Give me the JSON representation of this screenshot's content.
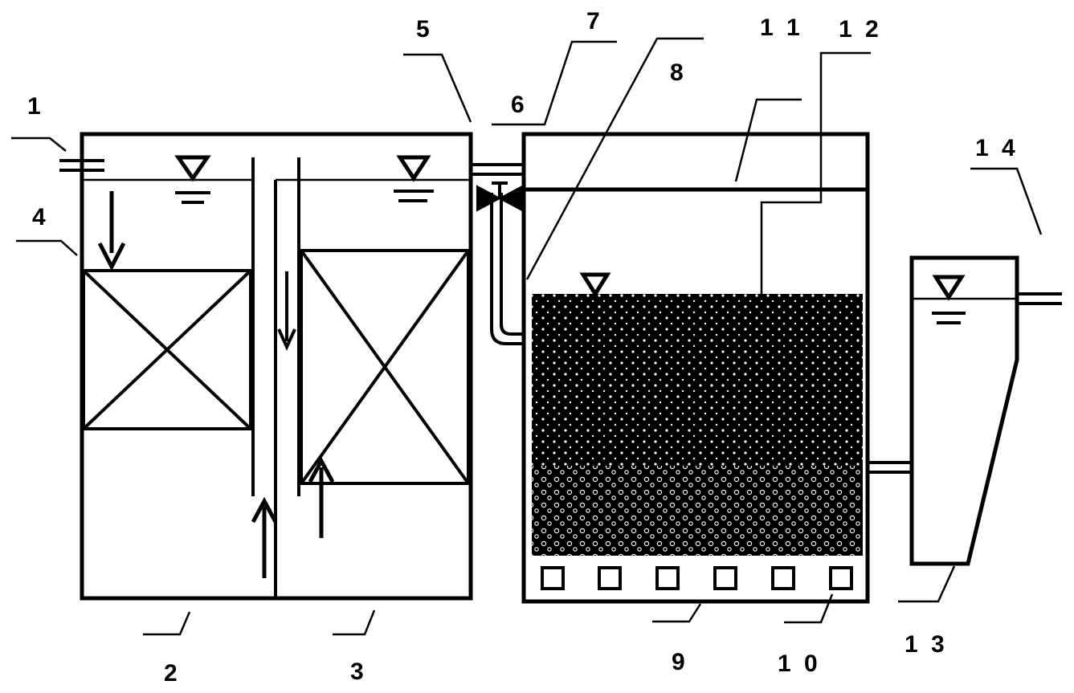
{
  "labels": {
    "l1": "1",
    "l2": "2",
    "l3": "3",
    "l4": "4",
    "l5": "5",
    "l6": "6",
    "l7": "7",
    "l8": "8",
    "l9": "9",
    "l10": "1 0",
    "l11": "1 1",
    "l12": "1 2",
    "l13": "1 3",
    "l14": "1 4"
  },
  "colors": {
    "line": "#000000",
    "background": "#ffffff"
  }
}
